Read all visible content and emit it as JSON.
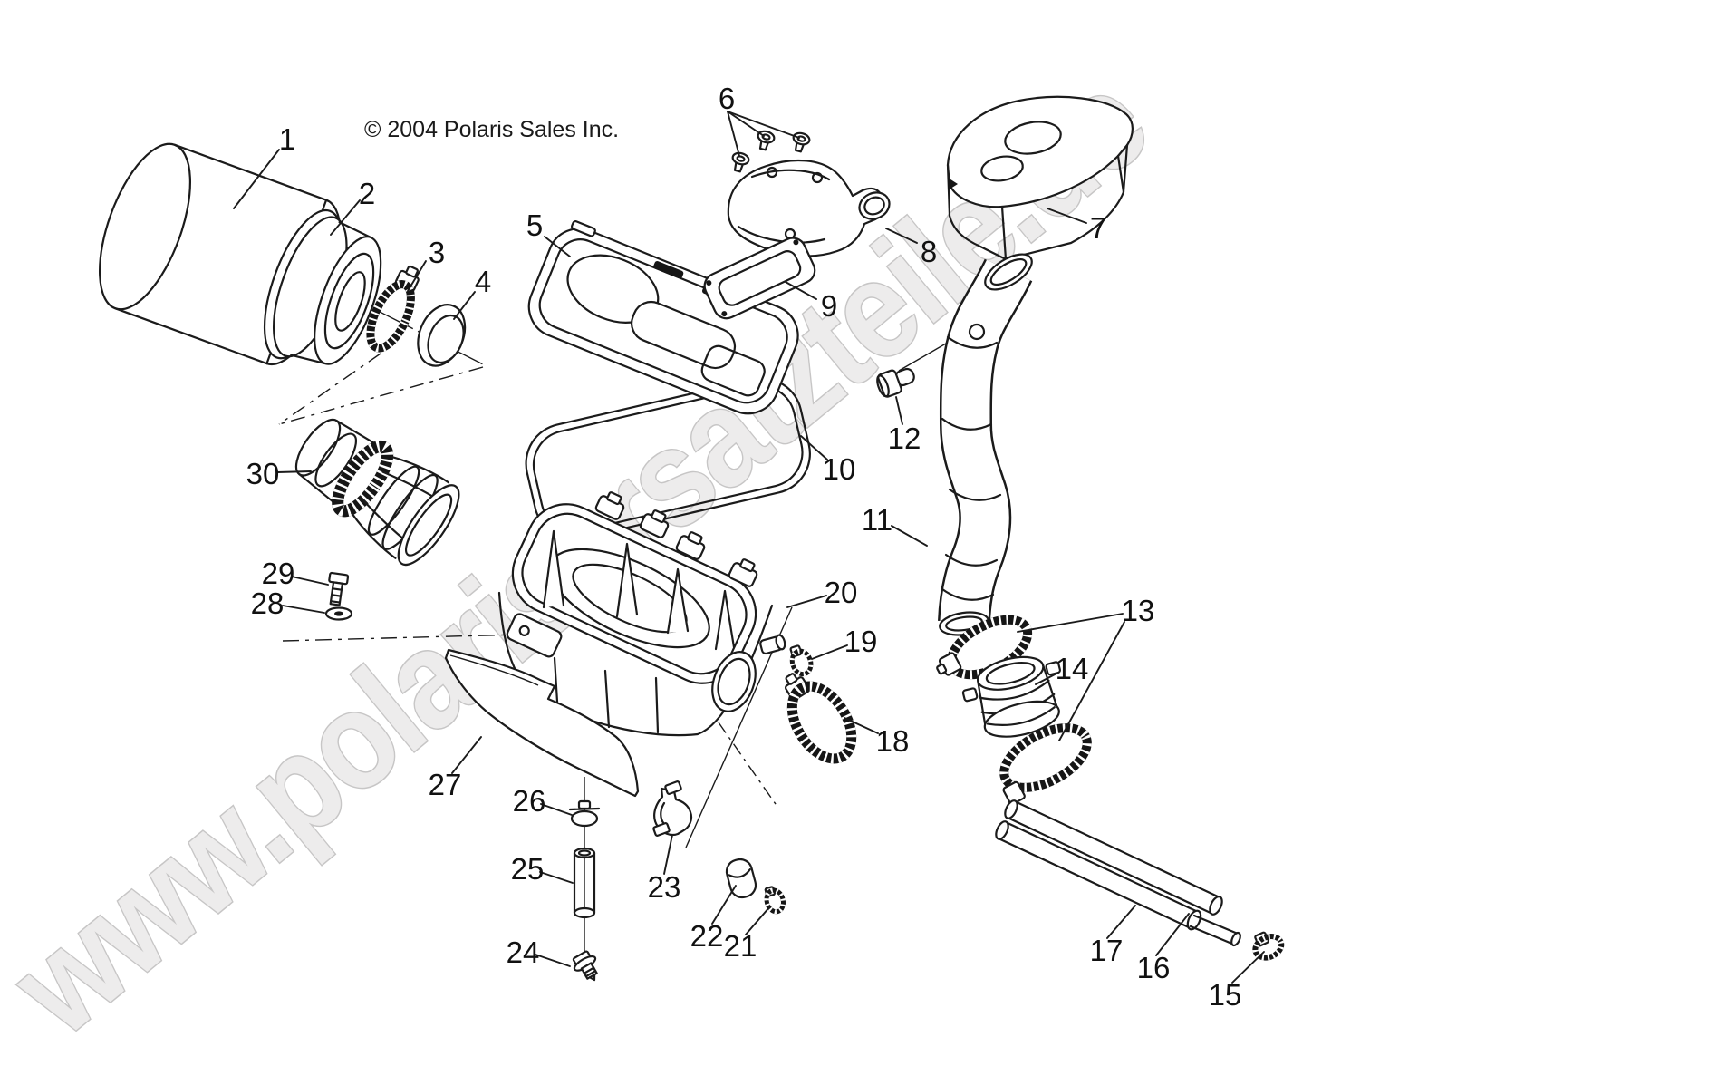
{
  "copyright": "© 2004 Polaris Sales Inc.",
  "watermark": "www.polarisersatzteile.de",
  "parts": [
    {
      "num": "1"
    },
    {
      "num": "2"
    },
    {
      "num": "3"
    },
    {
      "num": "4"
    },
    {
      "num": "5"
    },
    {
      "num": "6"
    },
    {
      "num": "7"
    },
    {
      "num": "8"
    },
    {
      "num": "9"
    },
    {
      "num": "10"
    },
    {
      "num": "11"
    },
    {
      "num": "12"
    },
    {
      "num": "13"
    },
    {
      "num": "14"
    },
    {
      "num": "15"
    },
    {
      "num": "16"
    },
    {
      "num": "17"
    },
    {
      "num": "18"
    },
    {
      "num": "19"
    },
    {
      "num": "20"
    },
    {
      "num": "21"
    },
    {
      "num": "22"
    },
    {
      "num": "23"
    },
    {
      "num": "24"
    },
    {
      "num": "25"
    },
    {
      "num": "26"
    },
    {
      "num": "27"
    },
    {
      "num": "28"
    },
    {
      "num": "29"
    },
    {
      "num": "30"
    }
  ]
}
